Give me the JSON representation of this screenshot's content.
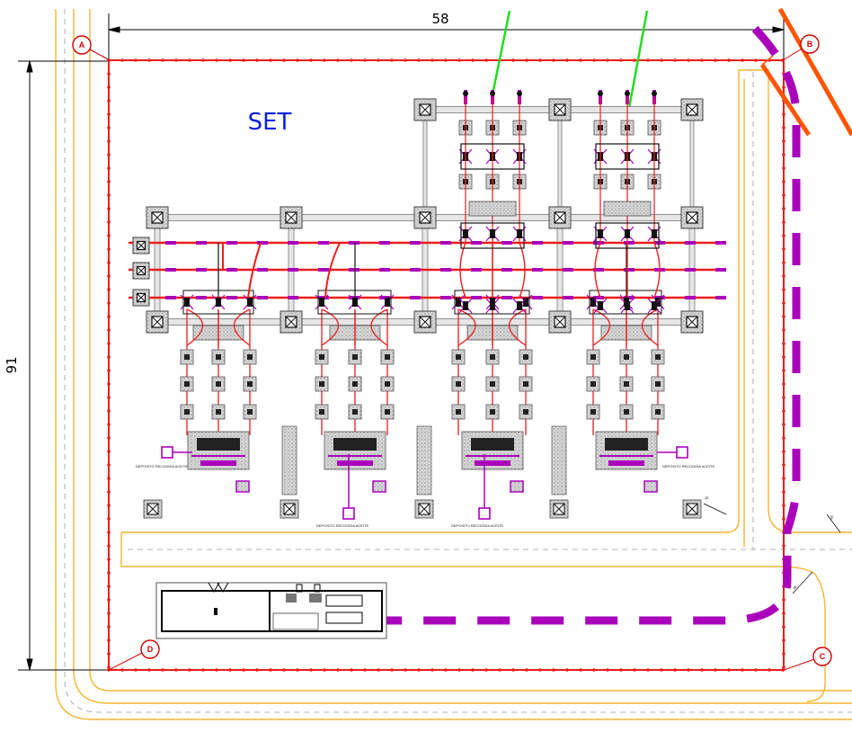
{
  "dimensions": {
    "width_label": "58",
    "height_label": "91"
  },
  "area_label": "SET",
  "corners": [
    {
      "id": "A",
      "label": "A"
    },
    {
      "id": "B",
      "label": "B"
    },
    {
      "id": "C",
      "label": "C"
    },
    {
      "id": "D",
      "label": "D"
    }
  ],
  "callouts": {
    "bay_dims": [
      "45",
      "45",
      "45"
    ],
    "oil_tanks": [
      "DEPOSITO RECOGIDA ACEITE",
      "DEPOSITO RECOGIDA ACEITE",
      "DEPOSITO RECOGIDA ACEITE",
      "DEPOSITO RECOGIDA ACEITE"
    ]
  },
  "colors": {
    "fence": "#ee1c1c",
    "road": "#f2b632",
    "cable": "#ee1c1c",
    "conduit": "#aa00bb",
    "feeder": "#22dd22",
    "powerline": "#ff5500",
    "set_text": "#0a1fd8"
  }
}
